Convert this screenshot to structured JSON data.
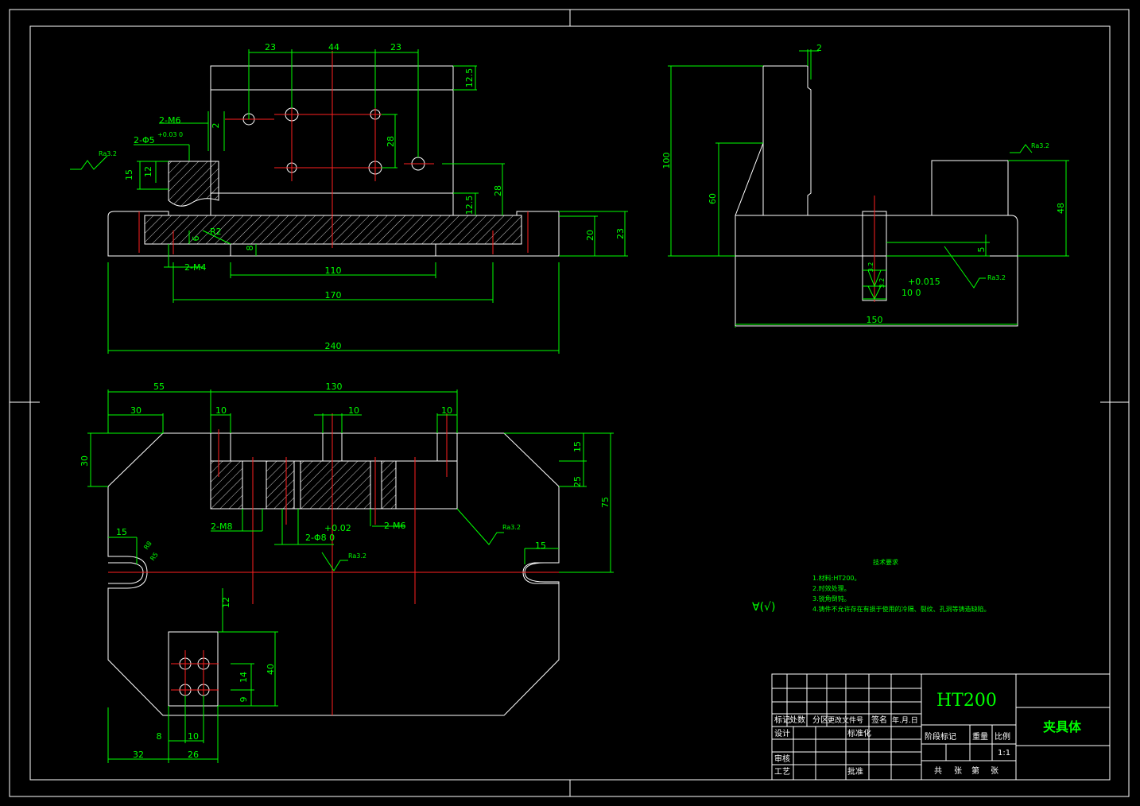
{
  "title_block": {
    "material": "HT200",
    "part_name": "夹具体",
    "scale": "1:1",
    "headers": [
      "标记",
      "处数",
      "分区",
      "更改文件号",
      "签名",
      "年.月.日"
    ],
    "stage_headers": [
      "阶段标记",
      "重量",
      "比例"
    ],
    "rows": [
      "设计",
      "审核",
      "工艺"
    ],
    "standardize": "标准化",
    "approve": "批准",
    "bottom": [
      "共",
      "张",
      "第",
      "张"
    ]
  },
  "notes": {
    "heading": "技术要求",
    "items": [
      "1.材料:HT200。",
      "2.时效处理。",
      "3.锐角倒钝。",
      "4.铸件不允许存在有损于使用的冷隔、裂纹、孔洞等铸造缺陷。"
    ],
    "surface_sym": "∀(√)"
  },
  "front_view": {
    "dims": {
      "d23a": "23",
      "d44": "44",
      "d23b": "23",
      "d12_5a": "12.5",
      "d2_m6": "2-M6",
      "d2": "2",
      "d2_phi5": "2-Φ5",
      "d_tol": "+0.03 0",
      "d_ra": "Ra3.2",
      "d12": "12",
      "d15": "15",
      "d28a": "28",
      "d28b": "28",
      "d12_5b": "12.5",
      "dR2": "R2",
      "d6": "6",
      "d8": "8",
      "d110": "110",
      "d2_m4": "2-M4",
      "d170": "170",
      "d20": "20",
      "d23c": "23",
      "d240": "240"
    }
  },
  "side_view": {
    "dims": {
      "d2": "2",
      "d100": "100",
      "d60": "60",
      "d_ra1": "Ra3.2",
      "d48": "48",
      "d5": "5",
      "d_ra2": "Ra3.2",
      "d3_2a": "3.2",
      "d3_2b": "3.2",
      "d_tol": "+0.015",
      "d10": "10 0",
      "d150": "150"
    }
  },
  "top_view": {
    "dims": {
      "d55": "55",
      "d130": "130",
      "d30a": "30",
      "d10a": "10",
      "d10b": "10",
      "d10c": "10",
      "d30b": "30",
      "d15a": "15",
      "d25": "25",
      "d75": "75",
      "d2_m8": "2-M8",
      "d_tol": "+0.02",
      "d2_phi8": "2-Φ8 0",
      "d2_m6": "2-M6",
      "d_ra1": "Ra3.2",
      "d_ra2": "Ra3.2",
      "d15b": "15",
      "d15c": "15",
      "dR8": "R8",
      "dR5": "R5",
      "d12": "12",
      "d40": "40",
      "d14": "14",
      "d9": "9",
      "d8": "8",
      "d10d": "10",
      "d32": "32",
      "d26": "26"
    }
  }
}
